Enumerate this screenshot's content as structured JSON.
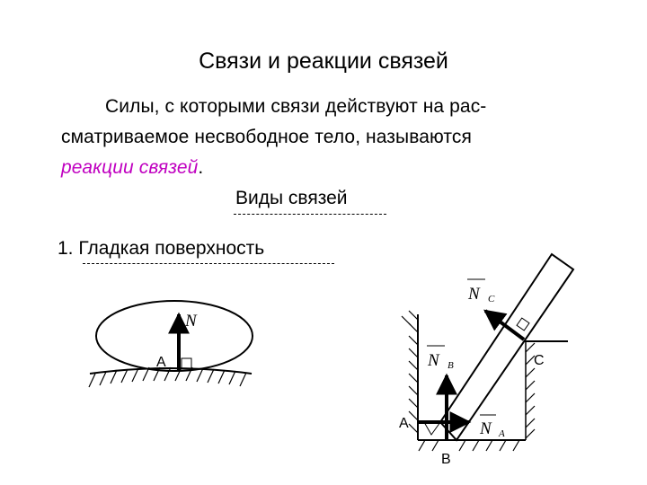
{
  "slide": {
    "title": "Связи и реакции связей",
    "paragraph": {
      "line1": "Силы, с которыми связи действуют на рас-",
      "line2": "сматриваемое несвободное тело, называются",
      "highlight": "реакции связей",
      "tail": "."
    },
    "subheading": "Виды связей",
    "list_item_1": "1. Гладкая поверхность"
  },
  "figure_left": {
    "force_label": "N",
    "point_label": "A"
  },
  "figure_right": {
    "vector_nc": "N",
    "vector_nc_sub": "C",
    "vector_nb": "N",
    "vector_nb_sub": "B",
    "vector_na": "N",
    "vector_na_sub": "A",
    "label_a": "A",
    "label_b": "B",
    "label_c": "C"
  },
  "colors": {
    "text": "#000000",
    "highlight": "#c000c0",
    "background": "#ffffff"
  }
}
